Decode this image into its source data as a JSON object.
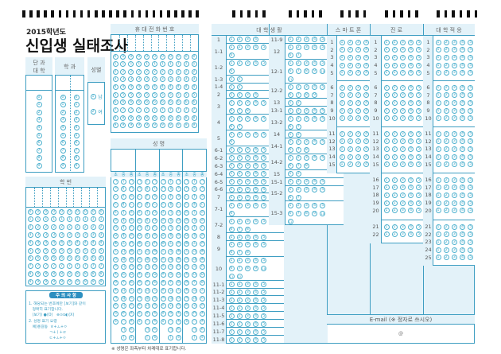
{
  "header": {
    "year": "2015학년도",
    "title": "신입생 실태조사"
  },
  "college": {
    "label_line1": "단 과",
    "label_line2": "대 학",
    "options": [
      "0",
      "1",
      "2",
      "3",
      "4",
      "5",
      "6",
      "7",
      "8",
      "9"
    ]
  },
  "department": {
    "label": "학 과",
    "columns": 2,
    "options": [
      "0",
      "1",
      "2",
      "3",
      "4",
      "5",
      "6",
      "7",
      "8",
      "9"
    ]
  },
  "gender": {
    "label": "성별",
    "options": [
      {
        "num": "1",
        "text": "남"
      },
      {
        "num": "2",
        "text": "여"
      }
    ]
  },
  "phone": {
    "label": "휴 대 전 화 번 호",
    "columns": 11,
    "options": [
      "0",
      "1",
      "2",
      "3",
      "4",
      "5",
      "6",
      "7",
      "8",
      "9"
    ]
  },
  "name": {
    "label": "성    명",
    "blocks": 4,
    "subheaders": [
      "초",
      "중",
      "종"
    ],
    "initial": [
      "ㄱ",
      "ㄲ",
      "ㄴ",
      "ㄷ",
      "ㄸ",
      "ㄹ",
      "ㅁ",
      "ㅂ",
      "ㅃ",
      "ㅅ",
      "ㅆ",
      "ㅇ",
      "ㅈ",
      "ㅉ",
      "ㅊ",
      "ㅋ",
      "ㅌ",
      "ㅍ",
      "ㅎ"
    ],
    "medial": [
      "ㅏ",
      "ㅐ",
      "ㅑ",
      "ㅒ",
      "ㅓ",
      "ㅔ",
      "ㅕ",
      "ㅖ",
      "ㅗ",
      "ㅘ",
      "ㅙ",
      "ㅚ",
      "ㅛ",
      "ㅜ",
      "ㅝ",
      "ㅞ",
      "ㅟ",
      "ㅠ",
      "ㅡ",
      "ㅢ",
      "ㅣ"
    ],
    "final": [
      "ㄱ",
      "ㄲ",
      "ㄳ",
      "ㄴ",
      "ㄵ",
      "ㄶ",
      "ㄷ",
      "ㄹ",
      "ㄺ",
      "ㄻ",
      "ㄼ",
      "ㅁ",
      "ㅂ",
      "ㅄ",
      "ㅅ",
      "ㅆ",
      "ㅇ",
      "ㅈ",
      "ㅊ",
      "ㅌ",
      "ㅎ"
    ],
    "note": "※ 성명은 좌측부터 차례대로 표기합니다."
  },
  "student_id": {
    "label": "학        번",
    "columns": 10,
    "options": [
      "0",
      "1",
      "2",
      "3",
      "4",
      "5",
      "6",
      "7",
      "8",
      "9"
    ]
  },
  "notice": {
    "title": "주 의 사 항",
    "lines": [
      "1. 해당되는 번호에만 [보기]와 같이",
      "   정확히 표기합니다.",
      "   (보기) ●(O)   ⊗⊙⦸◐(X)",
      "2. 성명 표기 요령",
      "   예)홍길동  ㅎ+ㅗ+ㅇ",
      "                 ㄱ+ㅣ+ㄹ",
      "                 ㄷ+ㅗ+ㅇ"
    ]
  },
  "campus_life": {
    "title": "대 학 생 활",
    "left": [
      {
        "label": "1",
        "options": 4
      },
      {
        "label": "1-1",
        "options": 6
      },
      {
        "label": "1-2",
        "options": 6
      },
      {
        "label": "1-3",
        "options": 2
      },
      {
        "label": "1-4",
        "options": 2
      },
      {
        "label": "2",
        "options": 4
      },
      {
        "label": "3",
        "options": 8
      },
      {
        "label": "4",
        "options": 7
      },
      {
        "label": "5",
        "options": 6
      },
      {
        "label": "6-1",
        "options": 5
      },
      {
        "label": "6-2",
        "options": 5
      },
      {
        "label": "6-3",
        "options": 5
      },
      {
        "label": "6-4",
        "options": 5
      },
      {
        "label": "6-5",
        "options": 5
      },
      {
        "label": "6-6",
        "options": 5
      },
      {
        "label": "7",
        "options": 5
      },
      {
        "label": "7-1",
        "options": 6
      },
      {
        "label": "7-2",
        "options": 8
      },
      {
        "label": "8",
        "options": 5
      },
      {
        "label": "9",
        "options": 8
      },
      {
        "label": "10",
        "options": 12
      },
      {
        "label": "11-1",
        "options": 5
      },
      {
        "label": "11-2",
        "options": 5
      },
      {
        "label": "11-3",
        "options": 5
      },
      {
        "label": "11-4",
        "options": 5
      },
      {
        "label": "11-5",
        "options": 5
      },
      {
        "label": "11-6",
        "options": 5
      },
      {
        "label": "11-7",
        "options": 5
      },
      {
        "label": "11-8",
        "options": 5
      }
    ],
    "right": [
      {
        "label": "11-9",
        "options": 5
      },
      {
        "label": "12",
        "options": 7
      },
      {
        "label": "12-1",
        "options": 11
      },
      {
        "label": "12-2",
        "options": 9
      },
      {
        "label": "13",
        "options": 2
      },
      {
        "label": "13-1",
        "options": 5
      },
      {
        "label": "13-2",
        "options": 7
      },
      {
        "label": "14",
        "options": 2
      },
      {
        "label": "14-1",
        "options": 8
      },
      {
        "label": "14-2",
        "options": 8
      },
      {
        "label": "15",
        "options": 2
      },
      {
        "label": "15-1",
        "options": 5
      },
      {
        "label": "15-2",
        "options": 7
      },
      {
        "label": "15-3",
        "options": 11
      }
    ]
  },
  "smartphone": {
    "title": "스 마 트 폰",
    "options": 4,
    "groups": [
      [
        "1",
        "2",
        "3",
        "4",
        "5"
      ],
      [
        "6",
        "7",
        "8",
        "9",
        "10"
      ],
      [
        "11",
        "12",
        "13",
        "14",
        "15"
      ]
    ]
  },
  "career": {
    "title": "진    로",
    "options": 5,
    "groups": [
      [
        "1",
        "2",
        "3",
        "4",
        "5"
      ],
      [
        "6",
        "7",
        "8",
        "9",
        "10"
      ],
      [
        "11",
        "12",
        "13",
        "14",
        "15"
      ],
      [
        "16",
        "17",
        "18",
        "19",
        "20"
      ],
      [
        "21",
        "22"
      ]
    ]
  },
  "adjustment": {
    "title": "대 학 적 응",
    "options": 5,
    "groups": [
      [
        "1",
        "2",
        "3",
        "4",
        "5"
      ],
      [
        "6",
        "7",
        "8",
        "9",
        "10"
      ],
      [
        "11",
        "12",
        "13",
        "14",
        "15"
      ],
      [
        "16",
        "17",
        "18",
        "19",
        "20"
      ],
      [
        "21",
        "22",
        "23",
        "24",
        "25"
      ]
    ]
  },
  "email": {
    "label": "E-mail (※ 정자로 쓰시오)",
    "at": "@"
  },
  "colors": {
    "border": "#3e9ec2",
    "fill": "#e3f2f9",
    "bubble": "#4fb2cf",
    "badge": "#2d8fc0"
  }
}
